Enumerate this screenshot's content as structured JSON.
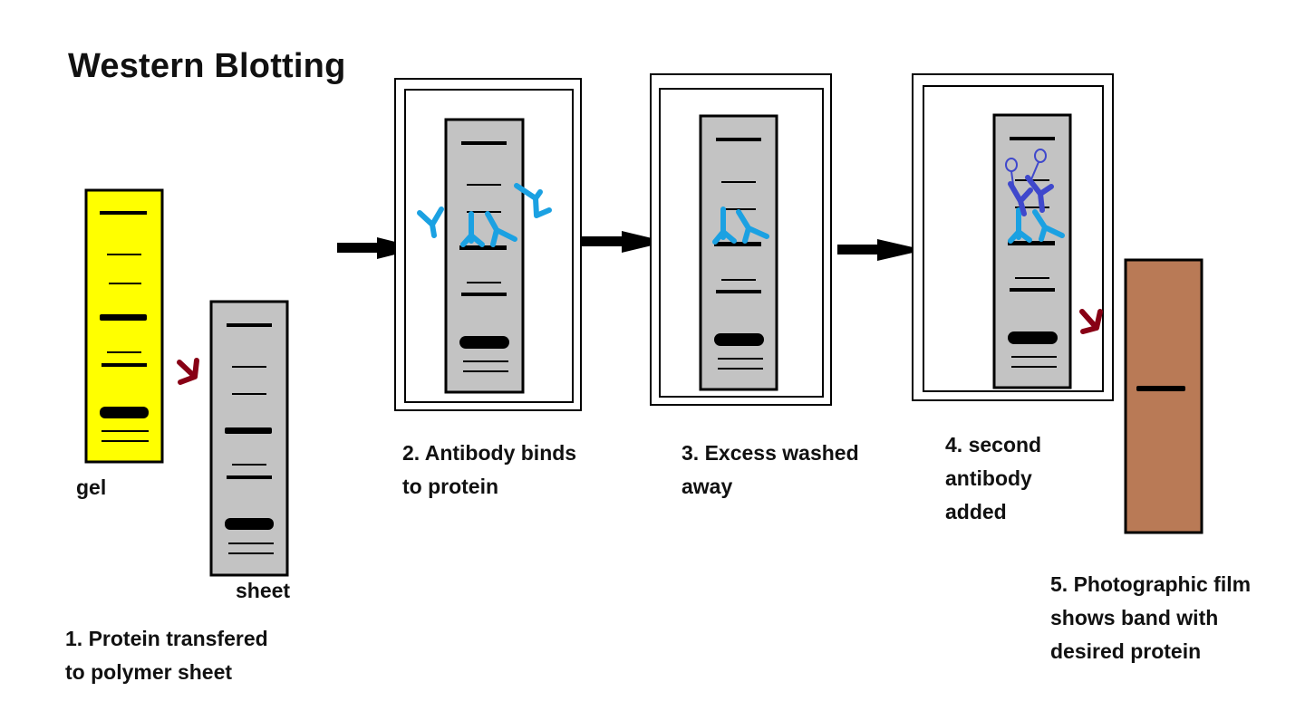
{
  "title": "Western Blotting",
  "labels": {
    "gel": "gel",
    "sheet": "sheet",
    "step1": [
      "1. Protein transfered",
      "to polymer sheet"
    ],
    "step2": [
      "2. Antibody binds",
      "to protein"
    ],
    "step3": [
      "3. Excess washed",
      "away"
    ],
    "step4": [
      "4. second",
      "antibody",
      "added"
    ],
    "step5": [
      "5. Photographic film",
      "shows band with",
      "desired protein"
    ]
  },
  "colors": {
    "gel": "#ffff00",
    "sheet": "#c3c3c3",
    "film": "#b97a56",
    "primary_antibody": "#1ba1e2",
    "secondary_antibody": "#3f48cc",
    "curved_arrow": "#880015",
    "band": "#000000"
  }
}
